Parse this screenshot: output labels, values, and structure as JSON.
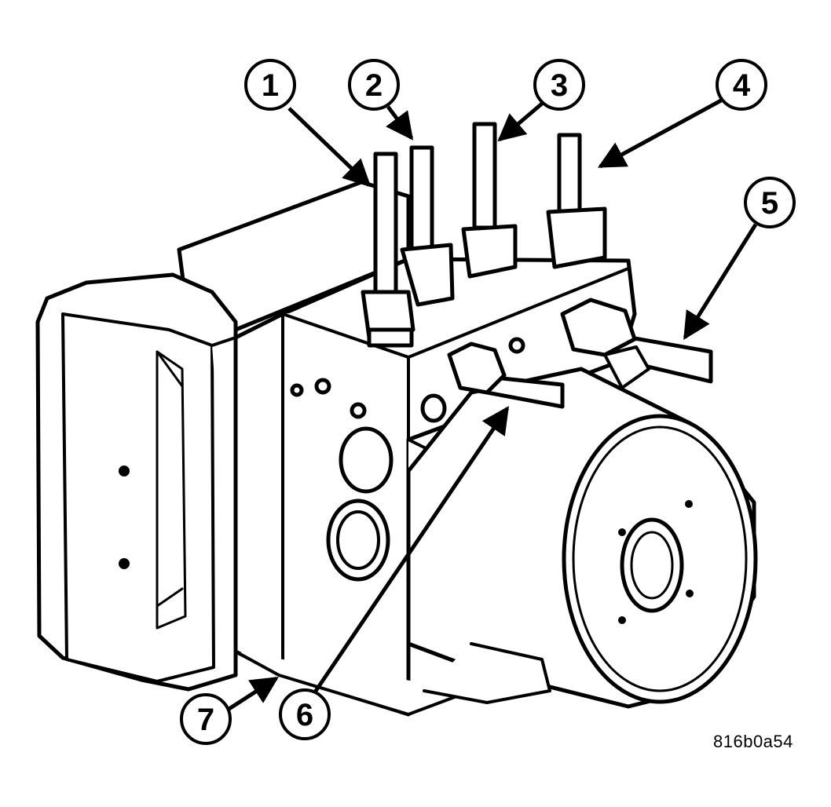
{
  "callouts": [
    {
      "id": "1",
      "label": "1"
    },
    {
      "id": "2",
      "label": "2"
    },
    {
      "id": "3",
      "label": "3"
    },
    {
      "id": "4",
      "label": "4"
    },
    {
      "id": "5",
      "label": "5"
    },
    {
      "id": "6",
      "label": "6"
    },
    {
      "id": "7",
      "label": "7"
    }
  ],
  "figure_code": "816b0a54",
  "colors": {
    "ink": "#000000",
    "paper": "#ffffff"
  }
}
